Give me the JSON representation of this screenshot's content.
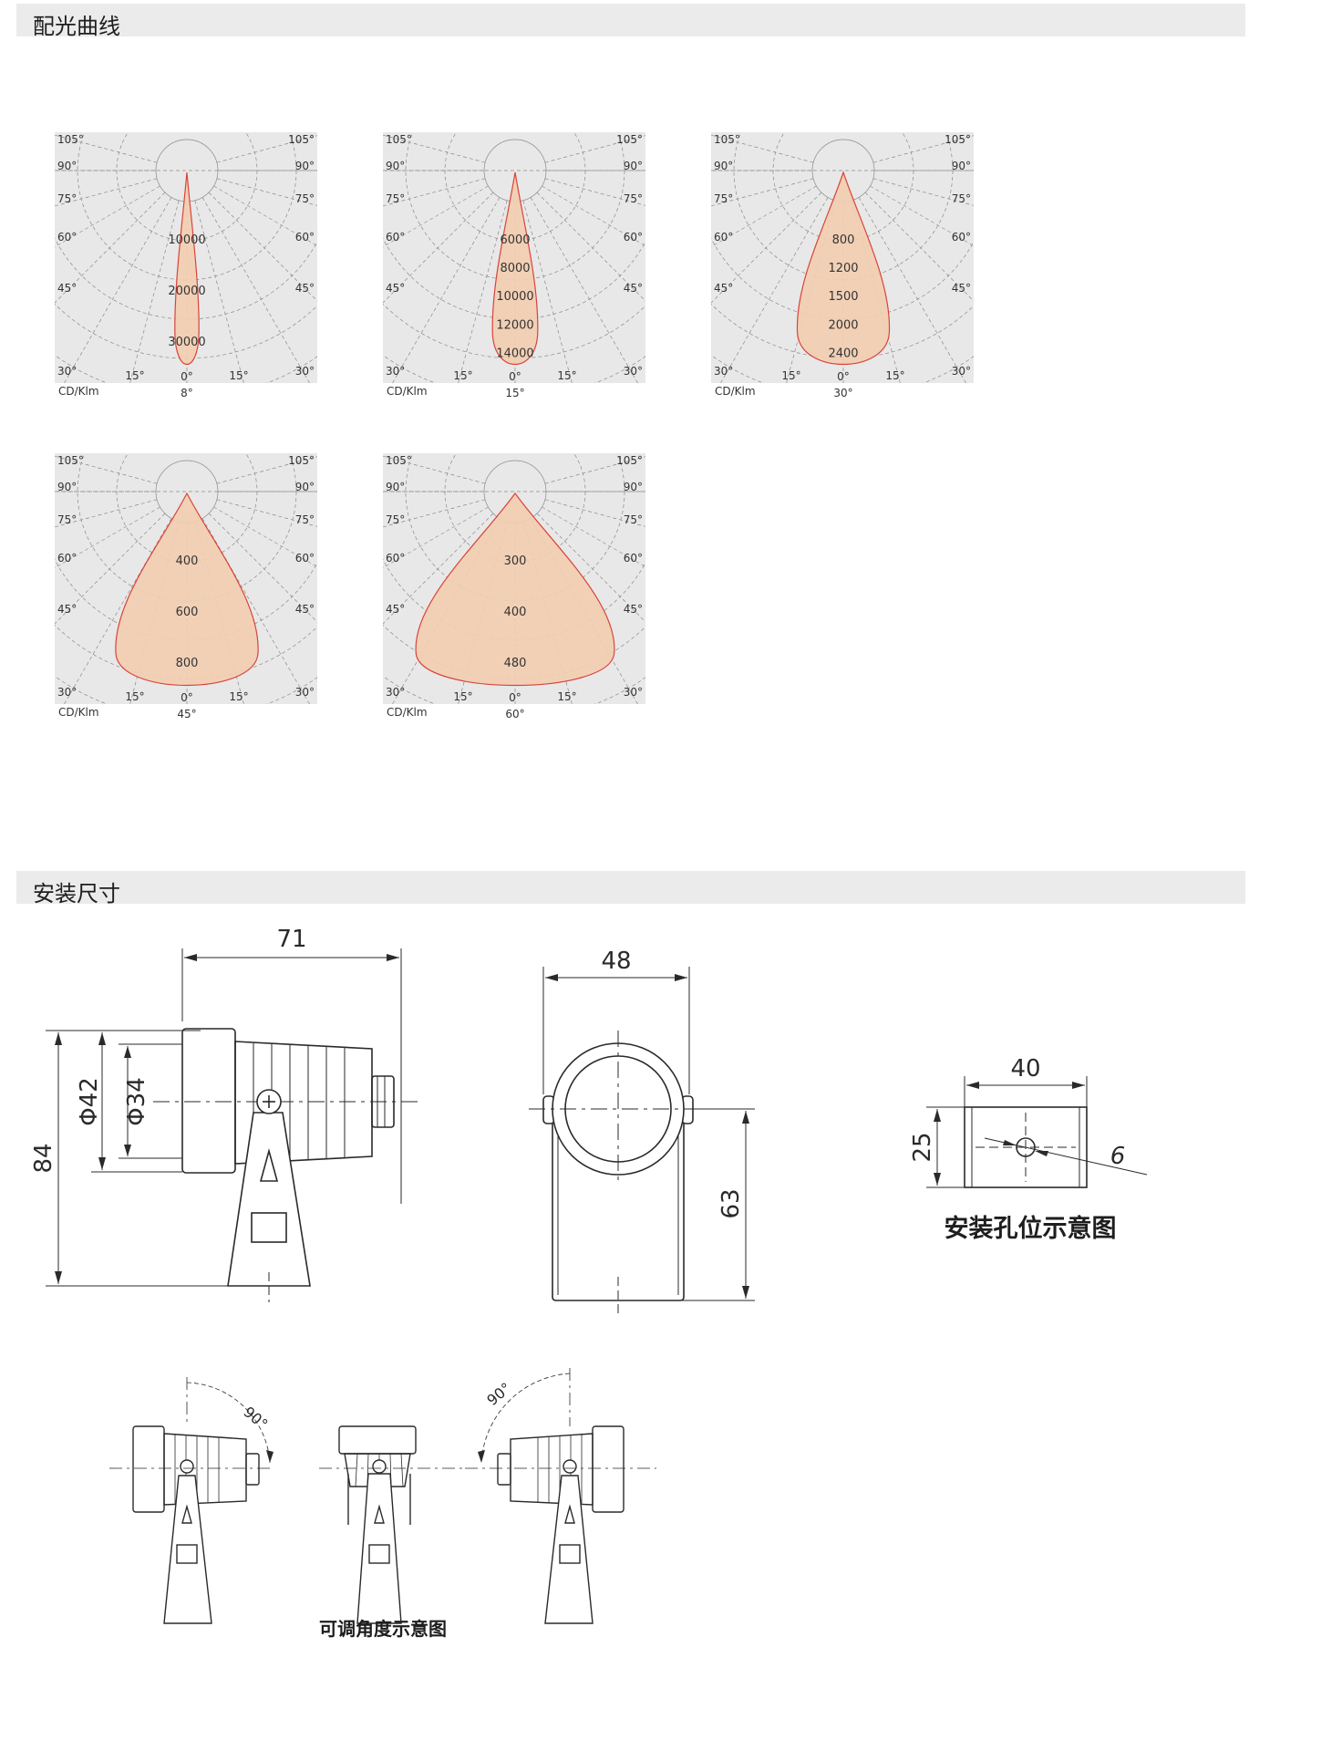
{
  "sections": {
    "photometric": "配光曲线",
    "installation": "安装尺寸"
  },
  "polar_common": {
    "unit": "CD/Klm",
    "ticks": {
      "t105": "105°",
      "t90": "90°",
      "t75": "75°",
      "t60": "60°",
      "t45": "45°",
      "t30": "30°",
      "t15": "15°",
      "t0": "0°"
    }
  },
  "polar_charts": [
    {
      "beam": "8°",
      "labels": [
        "10000",
        "20000",
        "30000"
      ],
      "ring_values": [
        10000,
        20000,
        30000
      ],
      "lobe_halfwidth_deg": 4
    },
    {
      "beam": "15°",
      "labels": [
        "6000",
        "8000",
        "10000",
        "12000",
        "14000"
      ],
      "ring_values": [
        6000,
        8000,
        10000,
        12000,
        14000
      ],
      "lobe_halfwidth_deg": 7.5
    },
    {
      "beam": "30°",
      "labels": [
        "800",
        "1200",
        "1500",
        "2000",
        "2400"
      ],
      "ring_values": [
        800,
        1200,
        1500,
        2000,
        2400
      ],
      "lobe_halfwidth_deg": 15
    },
    {
      "beam": "45°",
      "labels": [
        "400",
        "600",
        "800"
      ],
      "ring_values": [
        400,
        600,
        800
      ],
      "lobe_halfwidth_deg": 22.5
    },
    {
      "beam": "60°",
      "labels": [
        "300",
        "400",
        "480"
      ],
      "ring_values": [
        300,
        400,
        480
      ],
      "lobe_halfwidth_deg": 30
    }
  ],
  "dimensions": {
    "length": "71",
    "outer_dia": "Φ42",
    "inner_dia": "Φ34",
    "height": "84",
    "width": "48",
    "bracket_height": "63",
    "hole_spacing": "40",
    "hole_height": "25",
    "hole_dia": "6",
    "adjust_angle": "90°"
  },
  "captions": {
    "mounting_holes": "安装孔位示意图",
    "adjustable_angle": "可调角度示意图"
  },
  "colors": {
    "bar": "#ebebeb",
    "grid_bg": "#e8e8e8",
    "lobe_fill": "#f2cfb2",
    "lobe_stroke": "#d9362b",
    "line": "#2a2a2a"
  }
}
